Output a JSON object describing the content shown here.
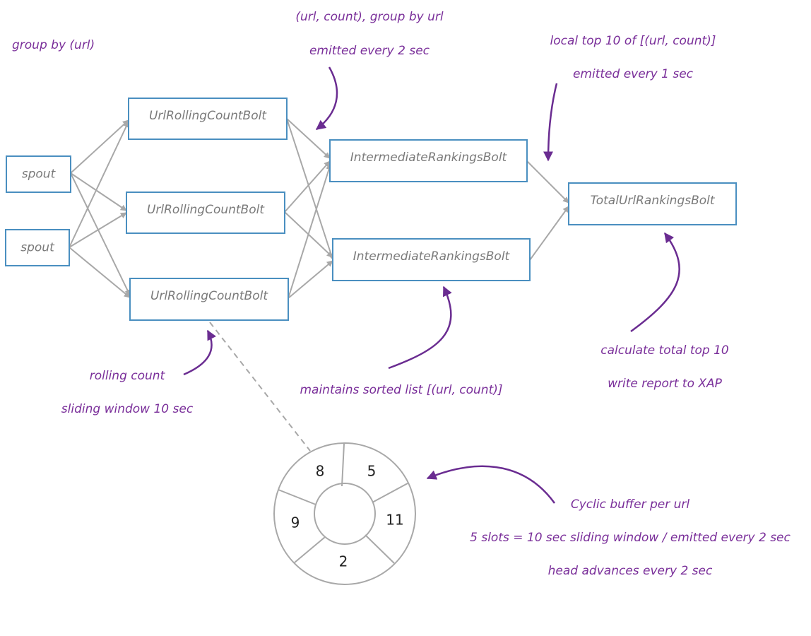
{
  "nodes": {
    "spout_1": "spout",
    "spout_2": "spout",
    "count_bolt_1": "UrlRollingCountBolt",
    "count_bolt_2": "UrlRollingCountBolt",
    "count_bolt_3": "UrlRollingCountBolt",
    "intermediate_1": "IntermediateRankingsBolt",
    "intermediate_2": "IntermediateRankingsBolt",
    "total": "TotalUrlRankingsBolt"
  },
  "annotations": {
    "group_by_url": "group by (url)",
    "url_count_group": "(url, count), group by url",
    "emitted_2_sec": "emitted every 2 sec",
    "local_top_10": "local top 10 of [(url, count)]",
    "emitted_1_sec": "emitted every 1 sec",
    "rolling_count": "rolling count",
    "sliding_window": "sliding window 10 sec",
    "sorted_list": "maintains sorted list [(url, count)]",
    "calc_total": "calculate total top 10",
    "write_report": "write report to XAP",
    "cyclic_buffer": "Cyclic buffer per url",
    "slots": "5 slots = 10 sec sliding window / emitted every 2 sec",
    "head_advances": "head advances every 2 sec"
  },
  "buffer": {
    "slots": [
      "8",
      "5",
      "11",
      "2",
      "9"
    ]
  },
  "colors": {
    "node_border": "#4a8fc0",
    "node_text": "#7a7a7a",
    "annotation_text": "#7a2f9a",
    "callout_arrow": "#6a2c91",
    "edge": "#a8a8a8"
  }
}
